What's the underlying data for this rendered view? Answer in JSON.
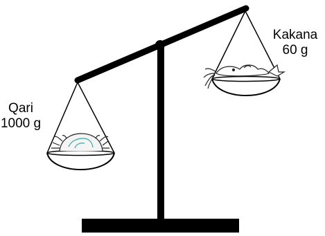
{
  "left_pan": {
    "name": "Qari",
    "weight": "1000 g",
    "content_icon": "crab-icon"
  },
  "right_pan": {
    "name": "Kakana",
    "weight": "60 g",
    "content_icon": "fish-icon"
  },
  "colors": {
    "ink": "#000000",
    "background": "#ffffff"
  }
}
